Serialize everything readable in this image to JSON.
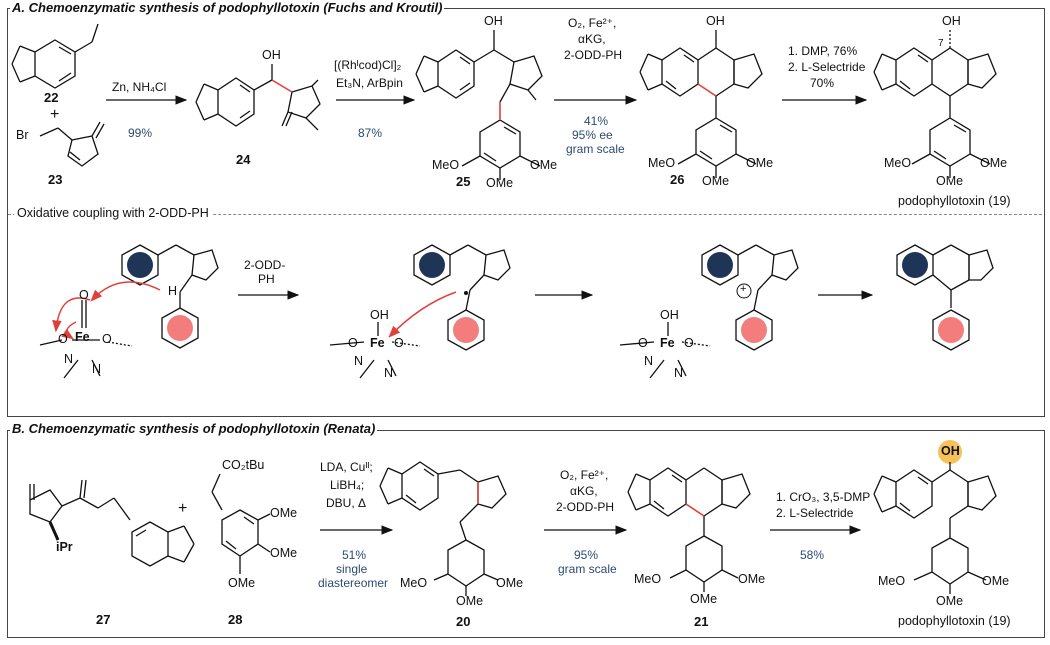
{
  "panel_a": {
    "title": "A. Chemoenzymatic synthesis of podophyllotoxin (Fuchs and Kroutil)",
    "cmpd_22": "22",
    "plus": "+",
    "cmpd_23": "23",
    "br": "Br",
    "step1_reagent": "Zn, NH₄Cl",
    "step1_yield": "99%",
    "cmpd_24": "24",
    "step2_reagent_l1": "[(Rhᴵcod)Cl]₂",
    "step2_reagent_l2": "Et₃N, ArBpin",
    "step2_yield": "87%",
    "cmpd_25": "25",
    "step3_reagent_l1": "O₂, Fe²⁺,",
    "step3_reagent_l2": "αKG,",
    "step3_reagent_l3": "2-ODD-PH",
    "step3_yield_l1": "41%",
    "step3_yield_l2": "95% ee",
    "step3_yield_l3": "gram scale",
    "cmpd_26": "26",
    "step4_reagent_l1": "1. DMP, 76%",
    "step4_reagent_l2": "2. L-Selectride",
    "step4_reagent_l3": "70%",
    "product_name": "podophyllotoxin (19)",
    "oh": "OH",
    "ome": "OMe",
    "meo": "MeO",
    "o": "O",
    "seven": "7"
  },
  "mechanism": {
    "subtitle": "Oxidative coupling with 2-ODD-PH",
    "arrow_reagent_l1": "2-ODD-",
    "arrow_reagent_l2": "PH",
    "fe": "Fe",
    "n": "N",
    "h": "H",
    "plus_charge": "+"
  },
  "panel_b": {
    "title": "B. Chemoenzymatic synthesis of podophyllotoxin (Renata)",
    "cmpd_27": "27",
    "ipr": "iPr",
    "plus": "+",
    "cmpd_28": "28",
    "co2tbu": "CO₂tBu",
    "step1_reagent_l1": "LDA, Cuᴵᴵ;",
    "step1_reagent_l2": "LiBH₄;",
    "step1_reagent_l3": "DBU, Δ",
    "step1_yield_l1": "51%",
    "step1_yield_l2": "single",
    "step1_yield_l3": "diastereomer",
    "cmpd_20": "20",
    "step2_reagent_l1": "O₂, Fe²⁺,",
    "step2_reagent_l2": "αKG,",
    "step2_reagent_l3": "2-ODD-PH",
    "step2_yield_l1": "95%",
    "step2_yield_l2": "gram scale",
    "cmpd_21": "21",
    "step3_reagent_l1": "1. CrO₃, 3,5-DMP",
    "step3_reagent_l2": "2. L-Selectride",
    "step3_yield": "58%",
    "product_name": "podophyllotoxin (19)",
    "oh_highlight": "OH"
  },
  "colors": {
    "accent_bond": "#e0403a",
    "yield_text": "#2d4a73",
    "blue_ring": "#1f3557",
    "pink_ring": "#f37d7d",
    "oh_highlight": "#f5c15a",
    "border": "#444444"
  }
}
